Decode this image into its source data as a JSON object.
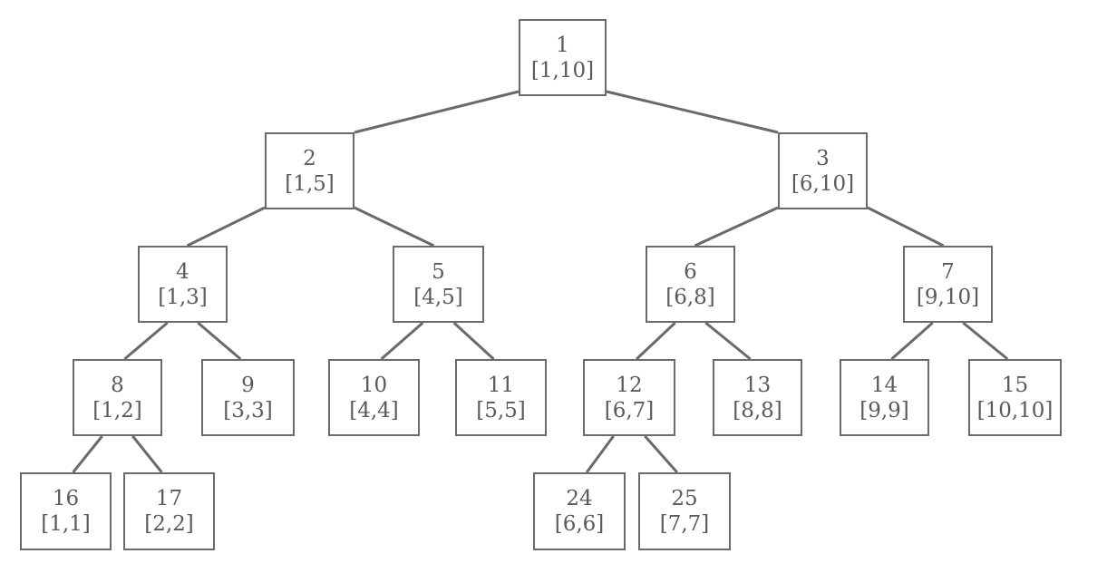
{
  "nodes": [
    {
      "id": "1",
      "range": "[1,10]"
    },
    {
      "id": "2",
      "range": "[1,5]"
    },
    {
      "id": "3",
      "range": "[6,10]"
    },
    {
      "id": "4",
      "range": "[1,3]"
    },
    {
      "id": "5",
      "range": "[4,5]"
    },
    {
      "id": "6",
      "range": "[6,8]"
    },
    {
      "id": "7",
      "range": "[9,10]"
    },
    {
      "id": "8",
      "range": "[1,2]"
    },
    {
      "id": "9",
      "range": "[3,3]"
    },
    {
      "id": "10",
      "range": "[4,4]"
    },
    {
      "id": "11",
      "range": "[5,5]"
    },
    {
      "id": "12",
      "range": "[6,7]"
    },
    {
      "id": "13",
      "range": "[8,8]"
    },
    {
      "id": "14",
      "range": "[9,9]"
    },
    {
      "id": "15",
      "range": "[10,10]"
    },
    {
      "id": "16",
      "range": "[1,1]"
    },
    {
      "id": "17",
      "range": "[2,2]"
    },
    {
      "id": "24",
      "range": "[6,6]"
    },
    {
      "id": "25",
      "range": "[7,7]"
    }
  ],
  "edges": [
    [
      "1",
      "2"
    ],
    [
      "1",
      "3"
    ],
    [
      "2",
      "4"
    ],
    [
      "2",
      "5"
    ],
    [
      "3",
      "6"
    ],
    [
      "3",
      "7"
    ],
    [
      "4",
      "8"
    ],
    [
      "4",
      "9"
    ],
    [
      "5",
      "10"
    ],
    [
      "5",
      "11"
    ],
    [
      "6",
      "12"
    ],
    [
      "6",
      "13"
    ],
    [
      "7",
      "14"
    ],
    [
      "7",
      "15"
    ],
    [
      "8",
      "16"
    ],
    [
      "8",
      "17"
    ],
    [
      "12",
      "24"
    ],
    [
      "12",
      "25"
    ]
  ]
}
